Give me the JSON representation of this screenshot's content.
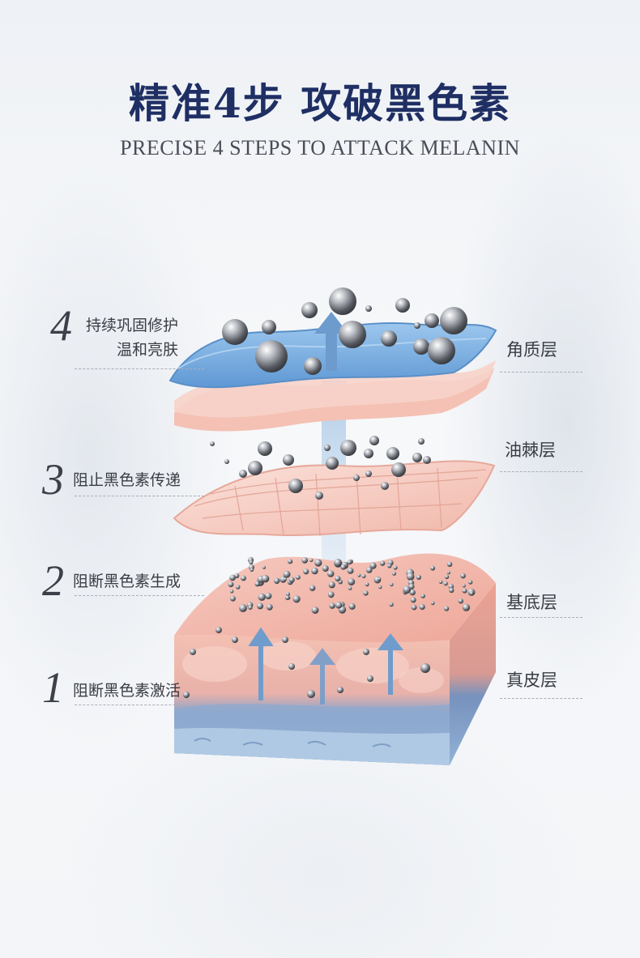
{
  "title": "精准4步 攻破黑色素",
  "subtitle": "PRECISE 4 STEPS TO ATTACK MELANIN",
  "steps": [
    {
      "num": "4",
      "line1": "持续巩固修护",
      "line2": "温和亮肤"
    },
    {
      "num": "3",
      "line1": "阻止黑色素传递"
    },
    {
      "num": "2",
      "line1": "阻断黑色素生成"
    },
    {
      "num": "1",
      "line1": "阻断黑色素激活"
    }
  ],
  "layers": [
    "角质层",
    "油棘层",
    "基底层",
    "真皮层"
  ],
  "colors": {
    "title": "#1f2f64",
    "blue_layer": "#6ea6dd",
    "pink_layer": "#f3b9ad",
    "dermis": "#8fb3d8",
    "arrow": "#6f9ccc"
  }
}
